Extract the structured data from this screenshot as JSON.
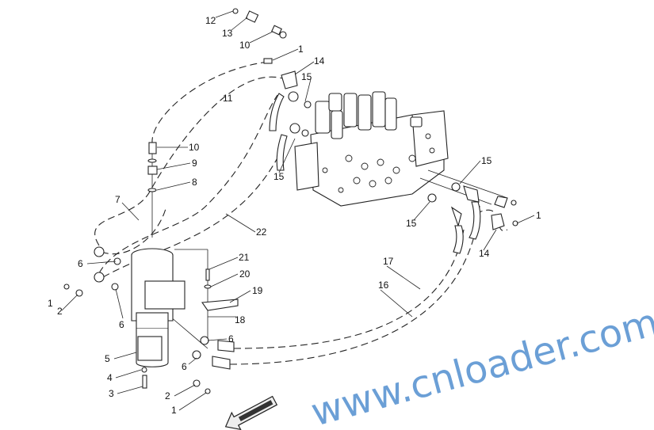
{
  "diagram": {
    "title": "Control valve and hydraulic hose assembly (exploded view)",
    "watermark": "www.cnloader.com",
    "callouts": [
      "12",
      "13",
      "10",
      "1",
      "14",
      "15",
      "11",
      "10",
      "9",
      "8",
      "7",
      "22",
      "15",
      "15",
      "15",
      "1",
      "14",
      "21",
      "20",
      "19",
      "18",
      "17",
      "16",
      "6",
      "6",
      "6",
      "6",
      "1",
      "2",
      "5",
      "4",
      "3",
      "2",
      "1"
    ],
    "accent_color": "#3a7fc8"
  }
}
